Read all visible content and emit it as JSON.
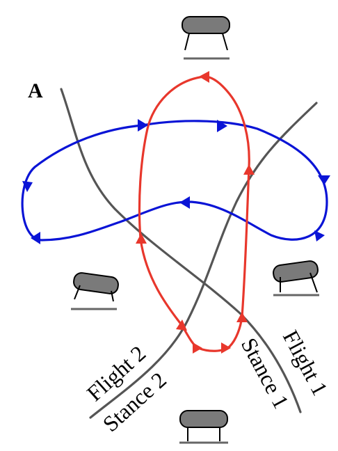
{
  "panel_label": "A",
  "region_labels": {
    "flight_2": "Flight 2",
    "stance_2": "Stance 2",
    "stance_1": "Stance 1",
    "flight_1": "Flight 1"
  },
  "colors": {
    "blue_orbit": "#0a14d6",
    "red_orbit": "#e8372c",
    "boundary_lines": "#555555",
    "robot_body": "#7a7a7a",
    "ground": "#666666"
  }
}
